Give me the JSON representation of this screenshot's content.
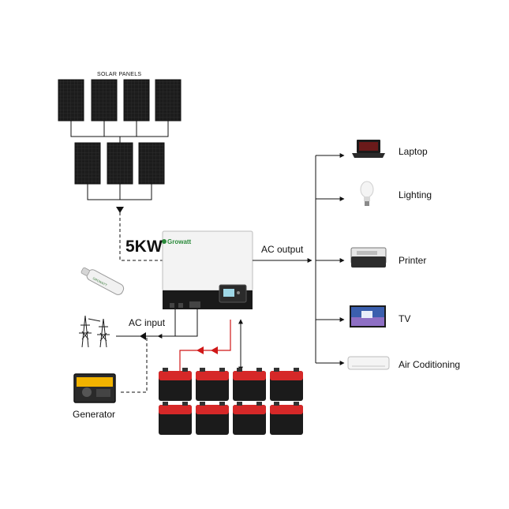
{
  "panels_label": "SOLAR PANELS",
  "power_rating": "5KW",
  "ac_output_label": "AC output",
  "ac_input_label": "AC input",
  "generator_label": "Generator",
  "inverter_brand": "Growatt",
  "wifi_stick_brand": "GROWATT",
  "loads": [
    {
      "label": "Laptop",
      "icon": "laptop-icon"
    },
    {
      "label": "Lighting",
      "icon": "light-bulb-icon"
    },
    {
      "label": "Printer",
      "icon": "printer-icon"
    },
    {
      "label": "TV",
      "icon": "tv-icon"
    },
    {
      "label": "Air Coditioning",
      "icon": "air-conditioner-icon"
    }
  ],
  "colors": {
    "panel_cell": "#1c1c1c",
    "inverter_body": "#f3f3f3",
    "inverter_base": "#1a1a1a",
    "brand_green": "#2a8a3a",
    "battery_top": "#d62828",
    "battery_body": "#1b1b1b",
    "dc_line": "#d01818",
    "line": "#111111"
  }
}
